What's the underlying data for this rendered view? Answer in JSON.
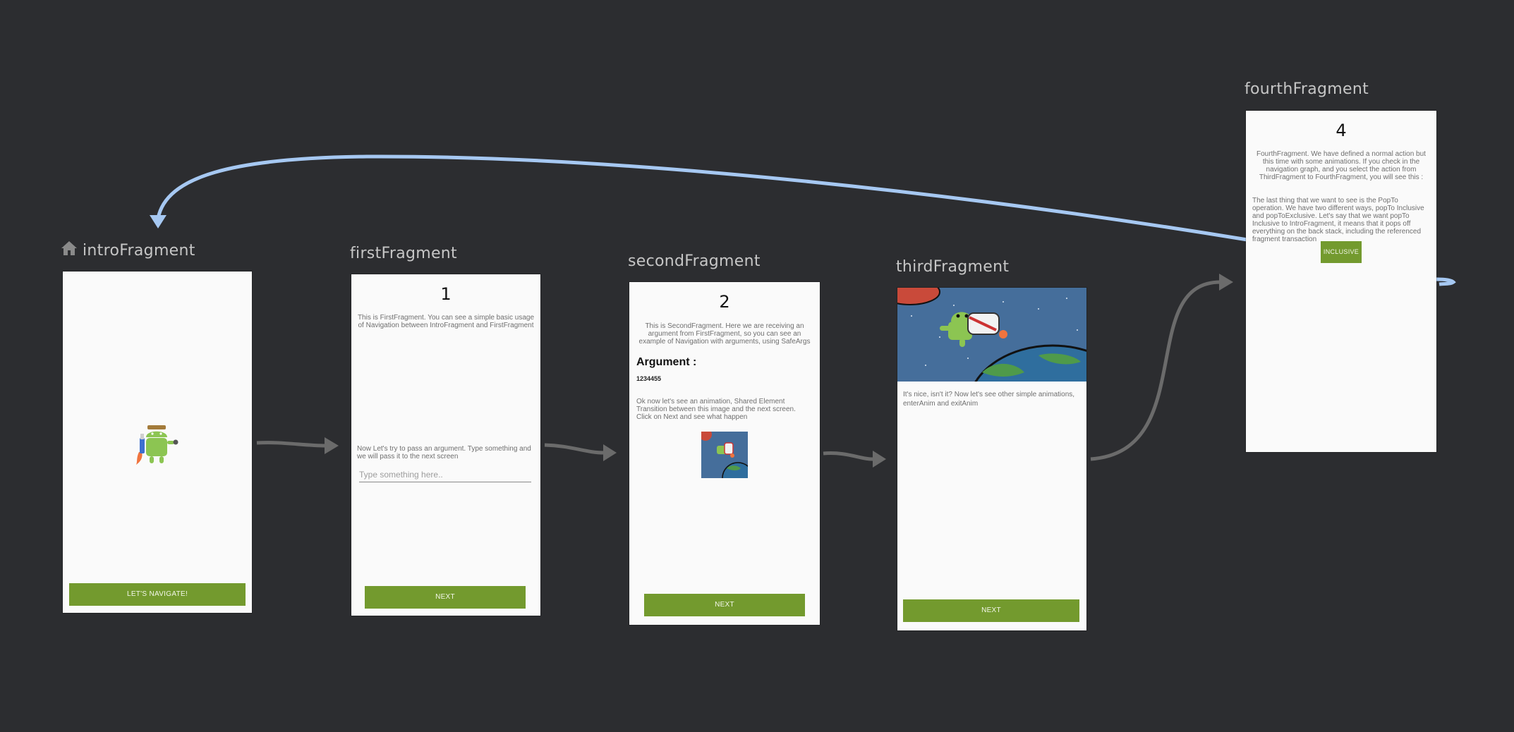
{
  "colors": {
    "background": "#2c2d30",
    "screen": "#fafafa",
    "button": "#739a2e",
    "action_arrow": "#6b6b6b",
    "pop_arrow": "#a6c8f2",
    "label": "#c6c6c6"
  },
  "destinations": {
    "intro": {
      "label": "introFragment",
      "start_icon": "home-icon",
      "image": "android-jetpack-icon",
      "button": "LET'S NAVIGATE!"
    },
    "first": {
      "label": "firstFragment",
      "number": "1",
      "text1": "This is FirstFragment. You can see a simple basic usage of Navigation between IntroFragment and FirstFragment",
      "text2": "Now Let's try to pass an argument. Type something and we will pass it to the next screen",
      "input_placeholder": "Type something here..",
      "button": "NEXT"
    },
    "second": {
      "label": "secondFragment",
      "number": "2",
      "text1": "This is SecondFragment. Here we are receiving an argument from FirstFragment, so you can see an example of Navigation with arguments, using SafeArgs",
      "argument_title": "Argument :",
      "argument_value": "1234455",
      "text2": "Ok now let's see an animation, Shared Element Transition between this image and the next screen. Click on Next and see what happen",
      "image": "space-android-thumbnail",
      "button": "NEXT"
    },
    "third": {
      "label": "thirdFragment",
      "image": "space-android-banner",
      "text1": "It's nice, isn't it? Now let's see other simple animations, enterAnim and exitAnim",
      "button": "NEXT"
    },
    "fourth": {
      "label": "fourthFragment",
      "number": "4",
      "text1": "FourthFragment. We have defined a normal action but this time with some animations. If you check in the navigation graph, and you select the action from ThirdFragment to FourthFragment, you will see this :",
      "text2": "The last thing that we want to see is the PopTo operation. We have two different ways, popTo Inclusive and popToExclusive. Let's say that we want popTo Inclusive to IntroFragment, it means that it pops off everything on the back stack, including the referenced fragment transaction",
      "button": "INCLUSIVE"
    }
  }
}
